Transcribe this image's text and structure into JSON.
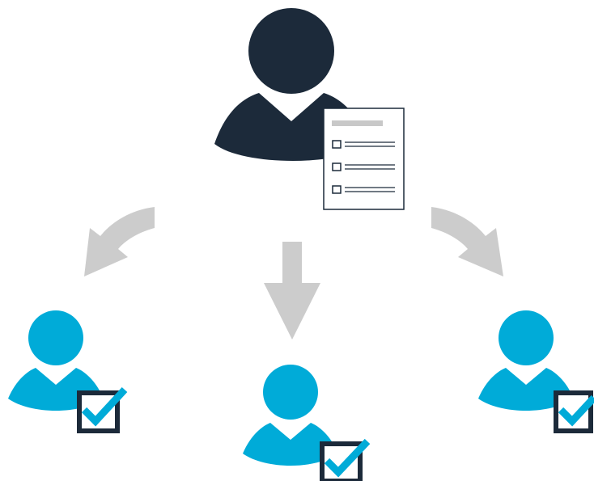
{
  "colors": {
    "background": "#ffffff",
    "manager": "#1c2a3a",
    "team_member": "#00abd8",
    "arrow": "#cccccc",
    "document_border": "#1c2a3a",
    "document_fill": "#ffffff",
    "document_header_bar": "#c8c8c8",
    "checkbox_border": "#1c2a3a",
    "checkmark": "#00abd8"
  },
  "diagram": {
    "manager": {
      "icon": "person-icon",
      "holds": "checklist-document-icon",
      "checklist_item_count": 3
    },
    "arrows": [
      {
        "icon": "curved-arrow-left-icon",
        "direction": "down-left"
      },
      {
        "icon": "arrow-down-icon",
        "direction": "down"
      },
      {
        "icon": "curved-arrow-right-icon",
        "direction": "down-right"
      }
    ],
    "team_members": [
      {
        "icon": "person-icon",
        "badge": "checked-box-icon",
        "checked": true
      },
      {
        "icon": "person-icon",
        "badge": "checked-box-icon",
        "checked": true
      },
      {
        "icon": "person-icon",
        "badge": "checked-box-icon",
        "checked": true
      }
    ]
  }
}
